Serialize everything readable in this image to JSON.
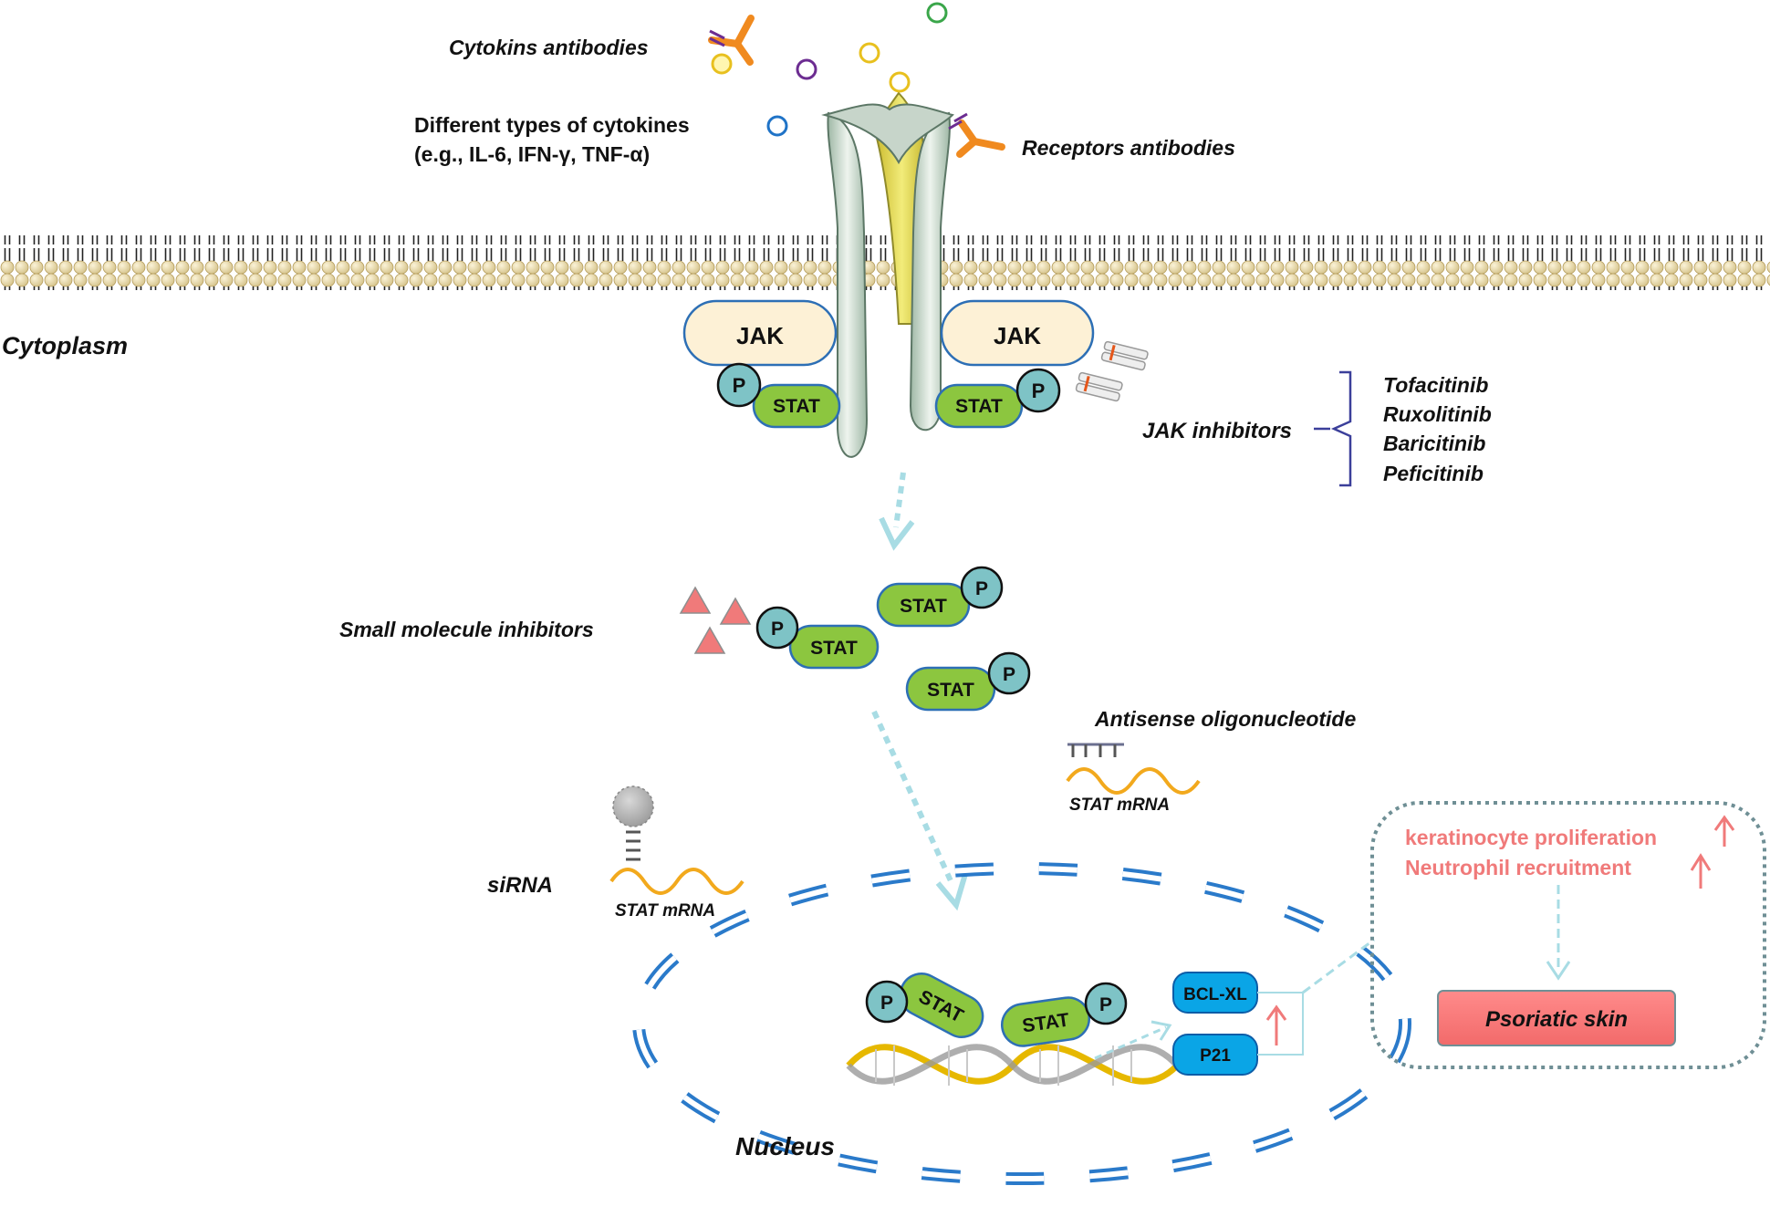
{
  "labels": {
    "cytokine_antibodies": "Cytokins antibodies",
    "cytokine_types_line1": "Different types of cytokines",
    "cytokine_types_line2": "(e.g., IL-6, IFN-γ, TNF-α)",
    "receptor_antibodies": "Receptors antibodies",
    "cytoplasm": "Cytoplasm",
    "jak": "JAK",
    "stat": "STAT",
    "phospho": "P",
    "jak_inhibitors": "JAK inhibitors",
    "small_molecule_inhibitors": "Small molecule inhibitors",
    "antisense": "Antisense oligonucleotide",
    "stat_mrna": "STAT mRNA",
    "sirna": "siRNA",
    "nucleus": "Nucleus",
    "bcl_xl": "BCL-XL",
    "p21": "P21",
    "outcome_line1": "keratinocyte proliferation",
    "outcome_line2": "Neutrophil recruitment",
    "psoriatic_skin": "Psoriatic skin"
  },
  "jak_inhibitor_drugs": [
    "Tofacitinib",
    "Ruxolitinib",
    "Baricitinib",
    "Peficitinib"
  ],
  "colors": {
    "membrane_head": "#e9dcae",
    "membrane_edge": "#b59c5a",
    "jak_fill": "#fdf1d6",
    "jak_stroke": "#2d6fb5",
    "stat_fill": "#8cc63f",
    "stat_stroke": "#2d6fb5",
    "phospho_fill": "#7ec3c6",
    "nucleus_dash": "#1f73c7",
    "arrow_light": "#a8dce4",
    "mrna": "#f2a91d",
    "gene_box": "#0aa5e6",
    "accent_pink": "#f07a7a",
    "psoriasis_box": "#f77a7a"
  }
}
